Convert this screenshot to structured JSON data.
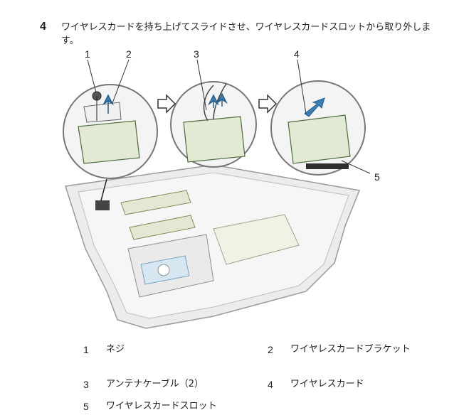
{
  "step": {
    "number": "4",
    "text": "ワイヤレスカードを持ち上げてスライドさせ、ワイヤレスカードスロットから取り外します。"
  },
  "callouts": [
    "1",
    "2",
    "3",
    "4",
    "5"
  ],
  "legend": [
    {
      "number": "1",
      "label": "ネジ"
    },
    {
      "number": "2",
      "label": "ワイヤレスカードブラケット"
    },
    {
      "number": "3",
      "label": "アンテナケーブル（2）"
    },
    {
      "number": "4",
      "label": "ワイヤレスカード"
    },
    {
      "number": "5",
      "label": "ワイヤレスカードスロット"
    }
  ]
}
